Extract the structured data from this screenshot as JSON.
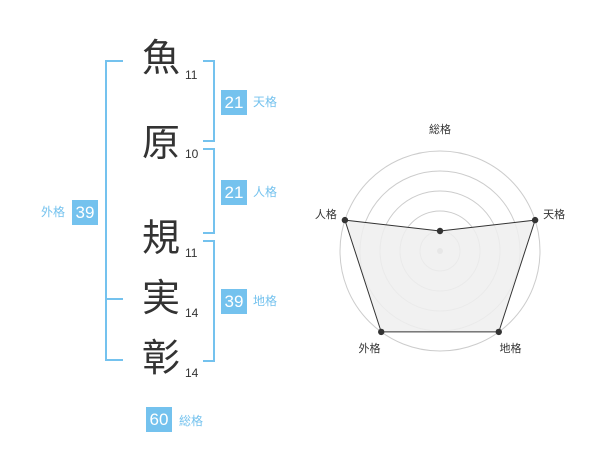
{
  "colors": {
    "accent": "#74c2ee",
    "text": "#333333",
    "radar_fill": "#efefef",
    "grid": "#cccccc"
  },
  "name_chars": [
    {
      "char": "魚",
      "strokes": "11"
    },
    {
      "char": "原",
      "strokes": "10"
    },
    {
      "char": "規",
      "strokes": "11"
    },
    {
      "char": "実",
      "strokes": "14"
    },
    {
      "char": "彰",
      "strokes": "14"
    }
  ],
  "fortune": {
    "tenkaku": {
      "value": "21",
      "label": "天格"
    },
    "jinkaku": {
      "value": "21",
      "label": "人格"
    },
    "chikaku": {
      "value": "39",
      "label": "地格"
    },
    "gaikaku": {
      "value": "39",
      "label": "外格"
    },
    "soukaku": {
      "value": "60",
      "label": "総格"
    }
  },
  "chart_data": {
    "type": "radar",
    "categories": [
      "総格",
      "天格",
      "地格",
      "外格",
      "人格"
    ],
    "values": [
      1,
      5,
      5,
      5,
      5
    ],
    "ylim": [
      0,
      5
    ],
    "grid": true
  }
}
